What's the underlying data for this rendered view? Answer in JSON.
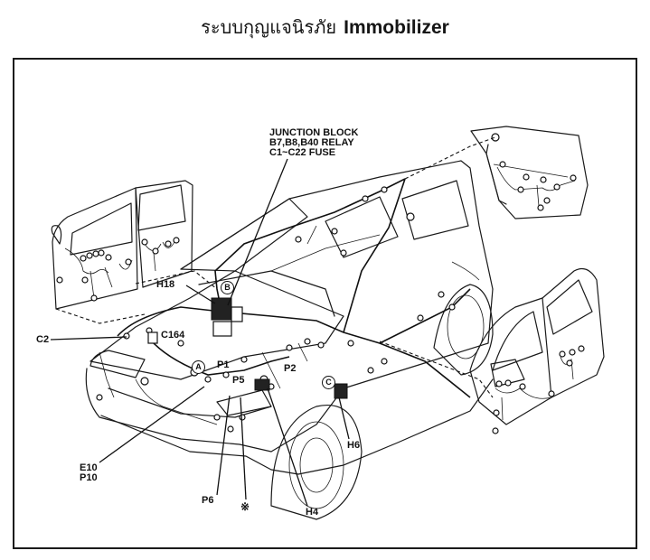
{
  "header": {
    "title_thai": "ระบบกุญแจนิรภัย",
    "title_en": "Immobilizer"
  },
  "diagram": {
    "subject": "vehicle-wiring-harness-component-locations",
    "callouts": {
      "junction_block": [
        "JUNCTION BLOCK",
        "B7,B8,B40 RELAY",
        "C1~C22 FUSE"
      ],
      "h18": "H18",
      "c2": "C2",
      "c164": "C164",
      "p1": "P1",
      "p2": "P2",
      "p5": "P5",
      "e10_p10": [
        "E10",
        "P10"
      ],
      "p6": "P6",
      "asterisk": "※",
      "h4": "H4",
      "h6": "H6"
    },
    "location_markers": {
      "a": "A",
      "b": "B",
      "c": "C"
    }
  }
}
